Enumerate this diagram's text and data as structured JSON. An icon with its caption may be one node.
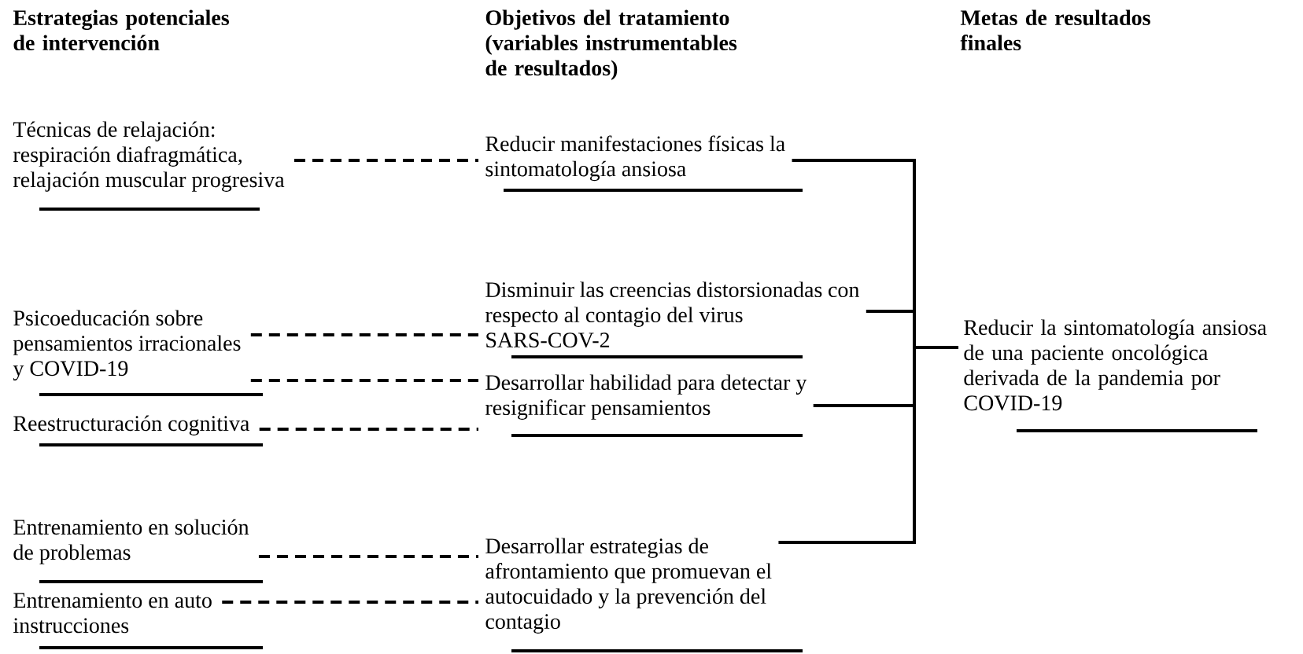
{
  "diagram": {
    "nodes": [
      {
        "text": [
          "Técnicas de relajación: respiración diafragmática, relajación muscular progresiva"
        ]
      },
      {
        "text": [
          "Psicoeducación sobre pensamientos irracionales y COVID-19"
        ]
      },
      {
        "text": [
          "Reestructuración cognitiva"
        ]
      },
      {
        "text": [
          "Entrenamiento en solución de problemas"
        ]
      },
      {
        "text": [
          "Entrenamiento en auto instrucciones"
        ]
      },
      {
        "text": [
          "Reducir manifestaciones físicas la sintomatología ansiosa"
        ]
      },
      {
        "text": [
          "Disminuir las creencias distorsionadas con respecto al contagio del virus SARS-COV-2"
        ]
      },
      {
        "text": [
          "Desarrollar habilidad para detectar y resignificar pensamientos"
        ]
      },
      {
        "text": [
          "Desarrollar estrategias de afrontamiento que promuevan el autocuidado y la prevención del contagio"
        ]
      },
      {
        "text": [
          "Reducir la sintomatología ansiosa de una paciente oncológica derivada de la pandemia por COVID-19"
        ]
      }
    ],
    "edges": [
      {
        "from": 0,
        "to": 5,
        "arrow": "none",
        "style": "dashed"
      },
      {
        "from": 1,
        "to": 6,
        "arrow": "none",
        "style": "dashed"
      },
      {
        "from": 1,
        "to": 7,
        "arrow": "none",
        "style": "dashed"
      },
      {
        "from": 2,
        "to": 7,
        "arrow": "none",
        "style": "dashed"
      },
      {
        "from": 3,
        "to": 8,
        "arrow": "none",
        "style": "dashed"
      },
      {
        "from": 4,
        "to": 8,
        "arrow": "none",
        "style": "dashed"
      },
      {
        "from": 5,
        "to": 9,
        "arrow": "none"
      },
      {
        "from": 6,
        "to": 9,
        "arrow": "none"
      },
      {
        "from": 7,
        "to": 9,
        "arrow": "none"
      },
      {
        "from": 8,
        "to": 9,
        "arrow": "none"
      }
    ],
    "labels": [
      "Estrategias potenciales de intervención",
      "Objetivos del tratamiento (variables instrumentables de resultados)",
      "Metas de resultados finales"
    ]
  }
}
